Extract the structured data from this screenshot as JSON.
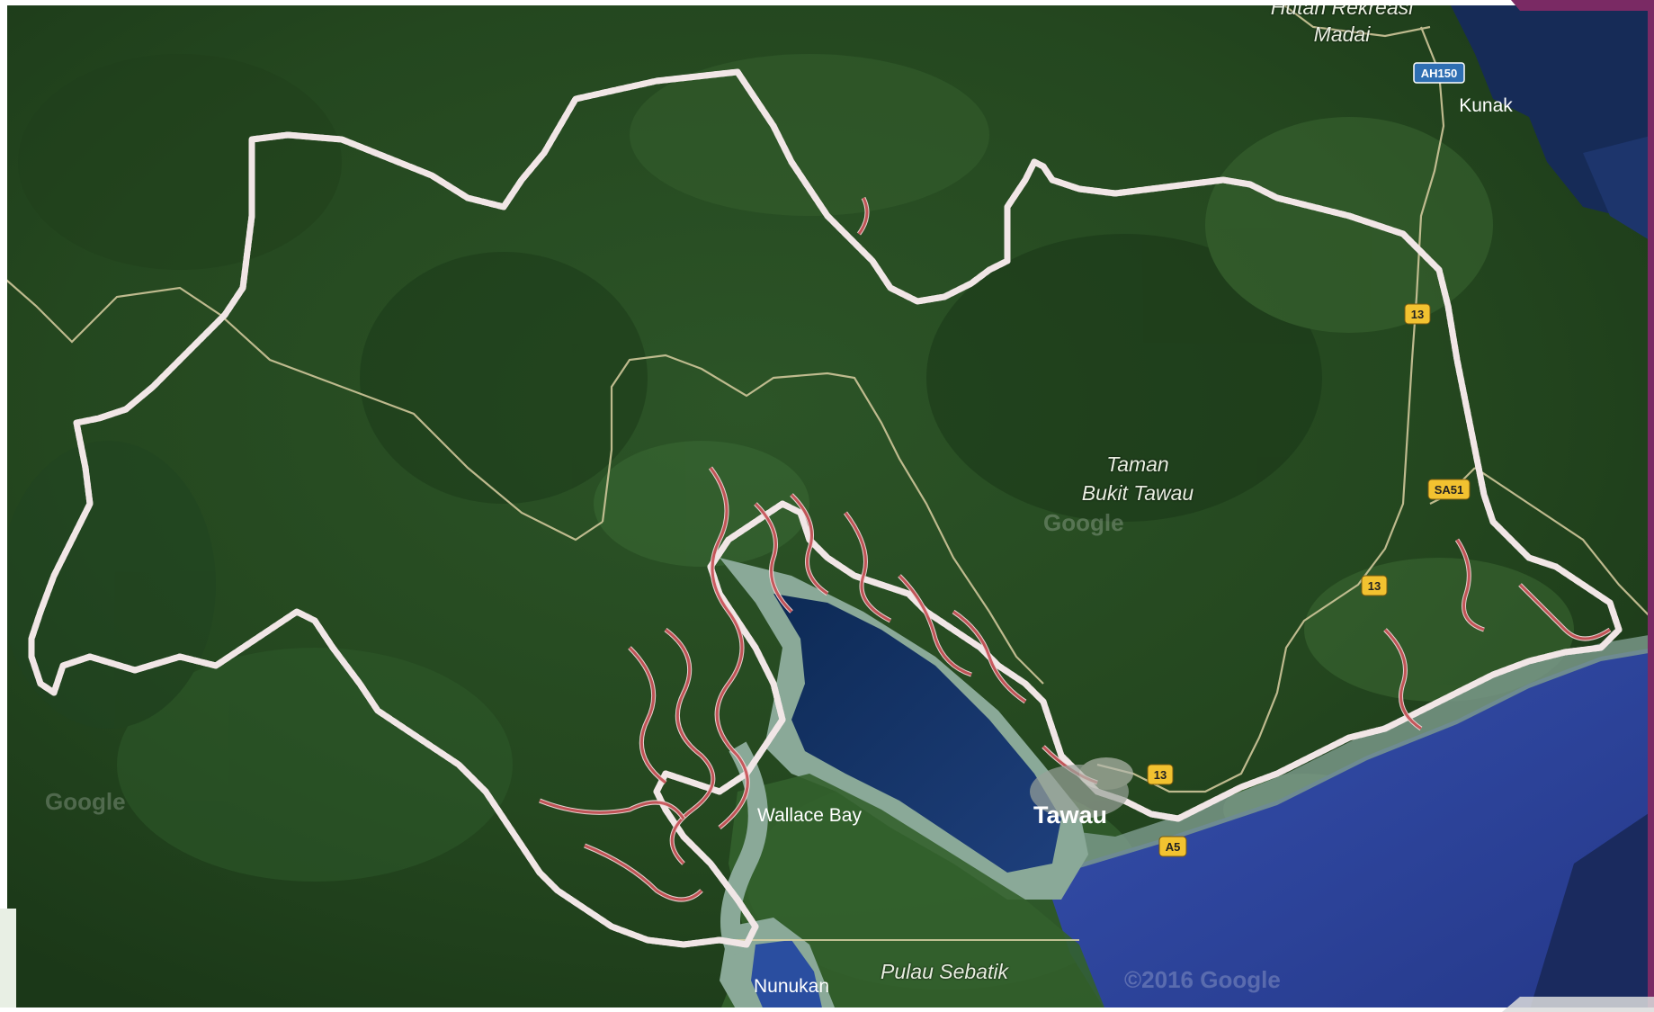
{
  "labels": {
    "hutan_kerekreasi": "Hutan Rekreasi",
    "madai": "Madai",
    "kunak": "Kunak",
    "taman": "Taman",
    "bukit_tawau": "Bukit Tawau",
    "wallace_bay": "Wallace Bay",
    "tawau": "Tawau",
    "pulau_sebatik": "Pulau Sebatik",
    "nunukan": "Nunukan"
  },
  "shields": {
    "ah150": "AH150",
    "r13": "13",
    "sa51": "SA51",
    "a5": "A5"
  },
  "watermarks": {
    "google_left": "Google",
    "google_mid": "Google",
    "copyright": "©2016 Google"
  },
  "colors": {
    "forest_dark": "#1f3d1c",
    "forest": "#2f5a29",
    "sea": "#2d3f99",
    "bay": "#15305e",
    "shore": "#8fa99b",
    "boundary": "#b94a4a",
    "road": "#cfc79a",
    "accent_frame": "#7a2a64"
  }
}
